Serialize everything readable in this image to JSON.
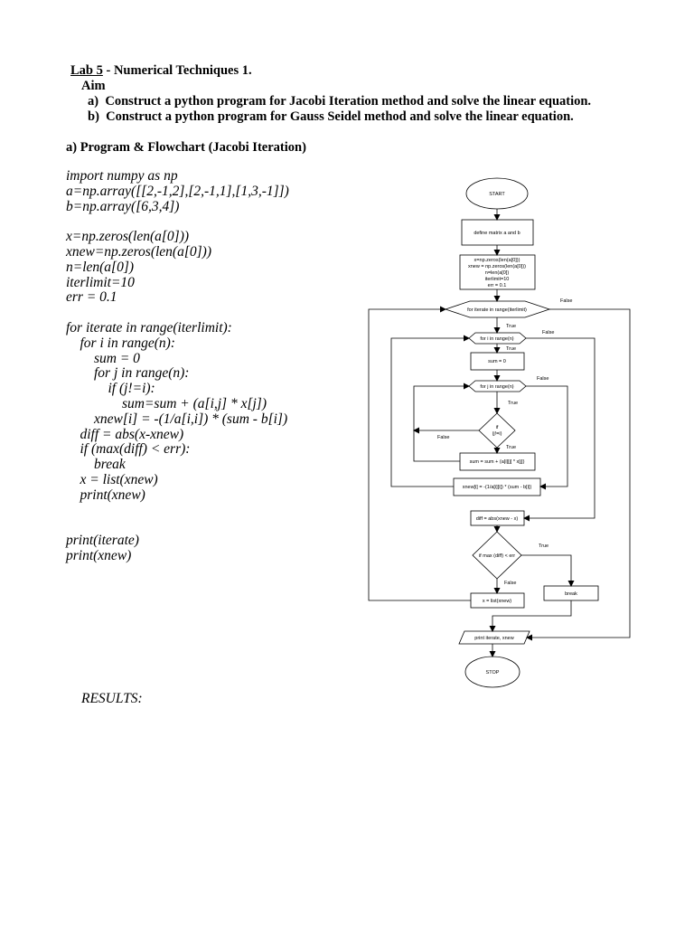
{
  "title": {
    "lab": "Lab 5",
    "rest": " -  Numerical Techniques 1."
  },
  "aim": {
    "label": "Aim",
    "items": [
      {
        "marker": "a)",
        "text": "Construct a python program for Jacobi Iteration method and solve the linear equation."
      },
      {
        "marker": "b)",
        "text": "Construct a python program for Gauss Seidel method and solve the linear equation."
      }
    ]
  },
  "section_heading": "a) Program & Flowchart (Jacobi Iteration)",
  "code_lines": [
    "import numpy as np",
    "a=np.array([[2,-1,2],[2,-1,1],[1,3,-1]])",
    "b=np.array([6,3,4])",
    "",
    "x=np.zeros(len(a[0]))",
    "xnew=np.zeros(len(a[0]))",
    "n=len(a[0])",
    "iterlimit=10",
    "err = 0.1",
    "",
    "for iterate in range(iterlimit):",
    "    for i in range(n):",
    "        sum = 0",
    "        for j in range(n):",
    "            if (j!=i):",
    "                sum=sum + (a[i,j] * x[j])",
    "        xnew[i] = -(1/a[i,i]) * (sum - b[i])",
    "    diff = abs(x-xnew)",
    "    if (max(diff) < err):",
    "        break",
    "    x = list(xnew)",
    "    print(xnew)",
    "",
    "",
    "print(iterate)",
    "print(xnew)"
  ],
  "results_label": "RESULTS:",
  "flowchart": {
    "start": "START",
    "define": "define matrix a and b",
    "init": [
      "x=np.zeros(len(a[0]))",
      "xnew = np.zeros(len(a[0]))",
      "n=len(a[0])",
      "iterlimit=10",
      "err = 0.1"
    ],
    "outer_loop": "for iterate in range(iterlimit)",
    "loop_i": "for i in range(n)",
    "sum_init": "sum = 0",
    "loop_j": "for j in range(n)",
    "if_cond": [
      "if",
      "(j!=i)"
    ],
    "sum_update": "sum = sum + (a[i][j] * x[j])",
    "xnew_update": "xnew[i] = -(1/a[i][i]) * (sum - b[i])",
    "diff": "diff = abs(xnew - x)",
    "max_check": "if max (diff) < err",
    "copy": "x = list(xnew)",
    "break_label": "break",
    "print": "print iterate, xnew",
    "stop": "STOP",
    "true_label": "True",
    "false_label": "False"
  }
}
